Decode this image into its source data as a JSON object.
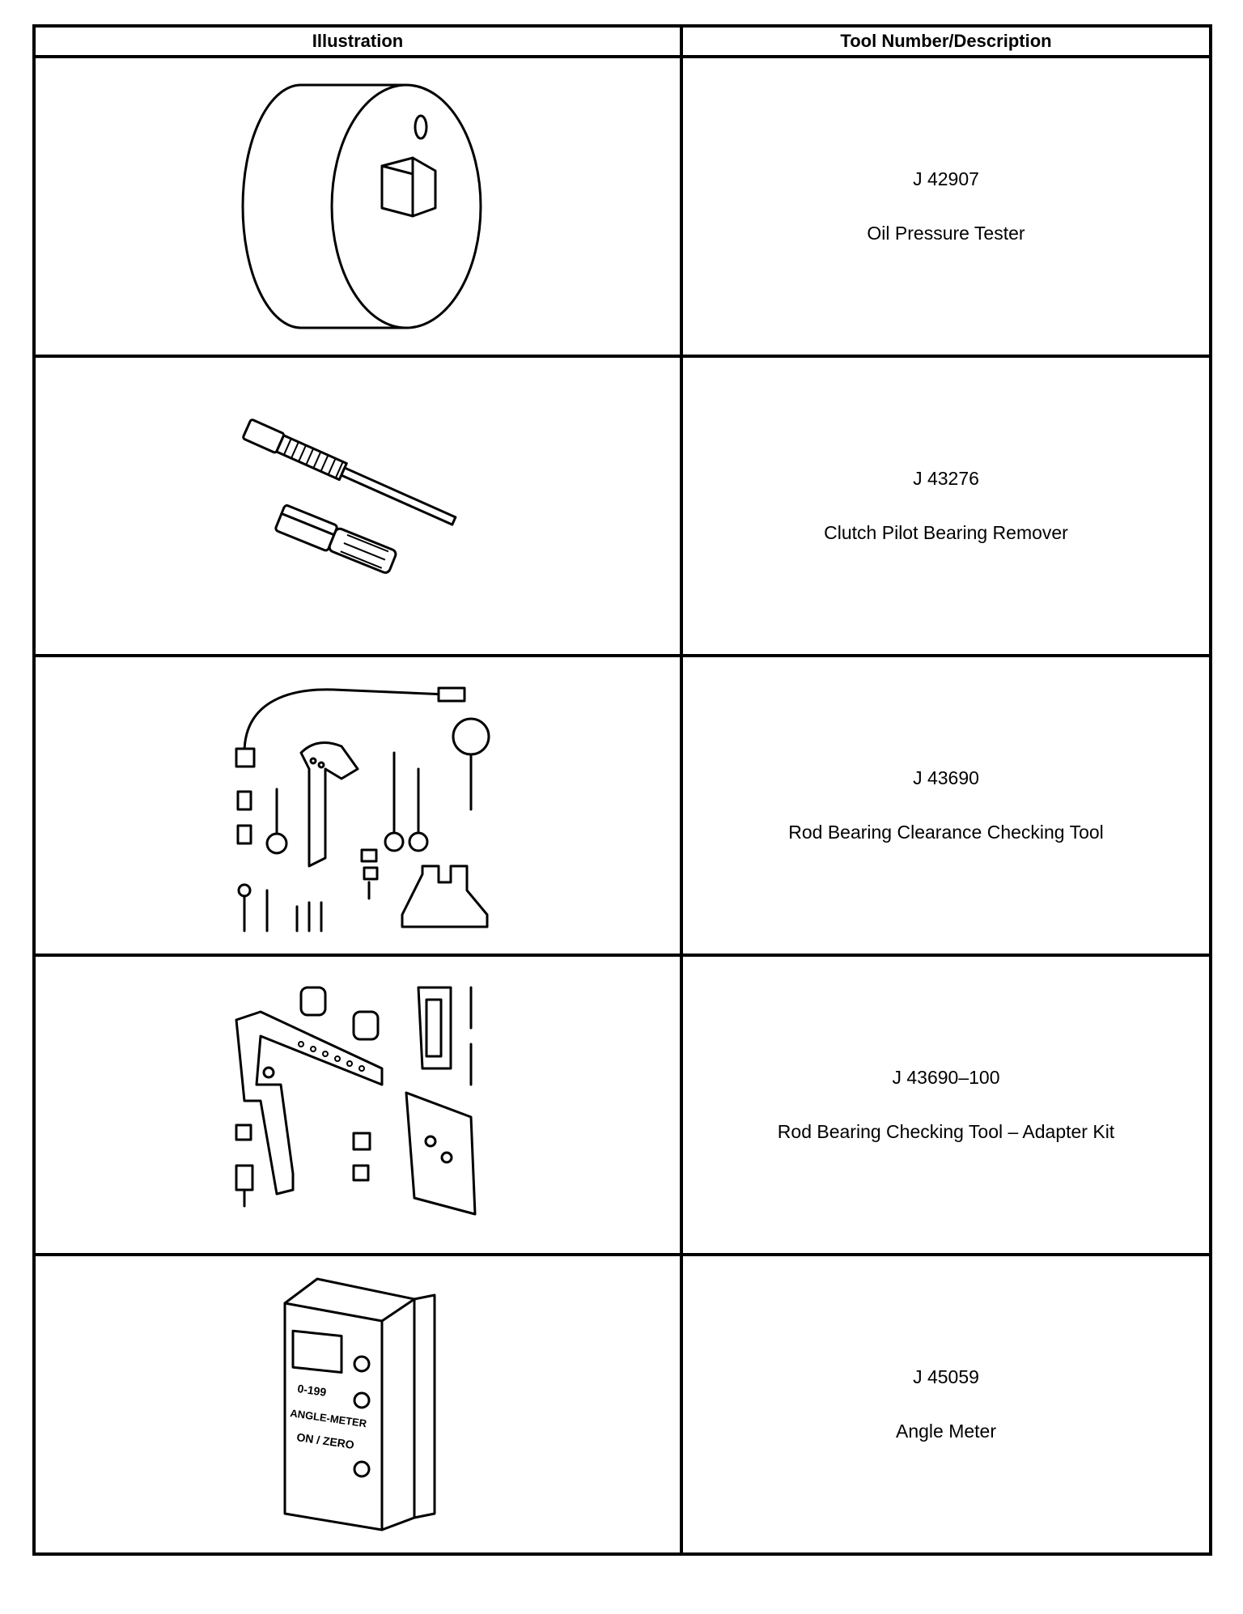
{
  "table": {
    "headers": {
      "illustration": "Illustration",
      "description": "Tool Number/Description"
    },
    "rows": [
      {
        "tool_number": "J 42907",
        "description": "Oil Pressure Tester"
      },
      {
        "tool_number": "J 43276",
        "description": "Clutch Pilot Bearing Remover"
      },
      {
        "tool_number": "J 43690",
        "description": "Rod Bearing Clearance Checking Tool"
      },
      {
        "tool_number": "J 43690–100",
        "description": "Rod Bearing Checking Tool – Adapter Kit"
      },
      {
        "tool_number": "J 45059",
        "description": "Angle Meter"
      }
    ]
  },
  "angle_meter_label": [
    "0-199",
    "ANGLE-METER",
    "ON / ZERO"
  ]
}
